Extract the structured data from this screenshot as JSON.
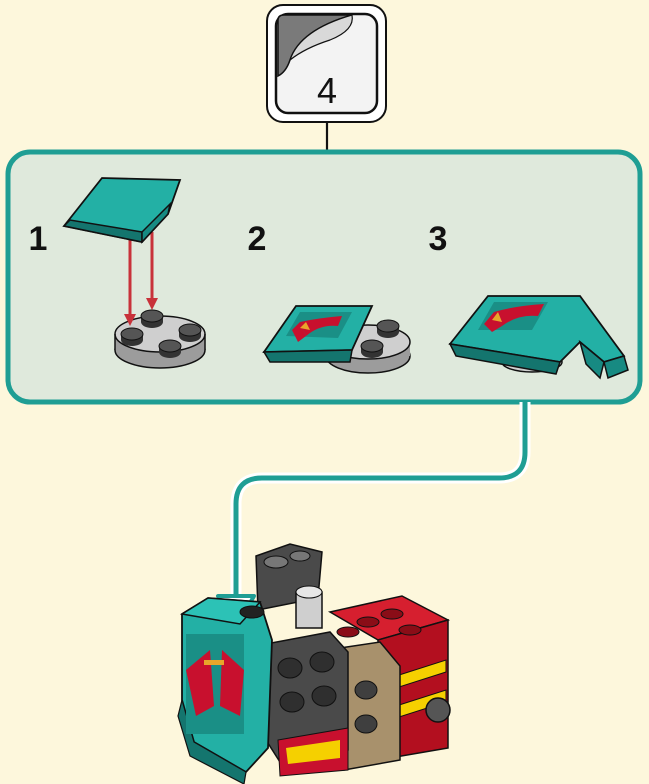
{
  "sticker_callout": {
    "number": "4"
  },
  "substeps": [
    {
      "number": "1"
    },
    {
      "number": "2"
    },
    {
      "number": "3"
    }
  ],
  "colors": {
    "background": "#fdf7dc",
    "panel_fill": "#dfe9dc",
    "panel_border": "#1f9e94",
    "teal_brick": "#1f9e94",
    "red_arrow": "#c8323a",
    "red_brick": "#c8102e",
    "gray_plate": "#b9b9b9",
    "dark_stone": "#555555",
    "tan_brick": "#a8916c",
    "yellow_tile": "#f5d000"
  }
}
